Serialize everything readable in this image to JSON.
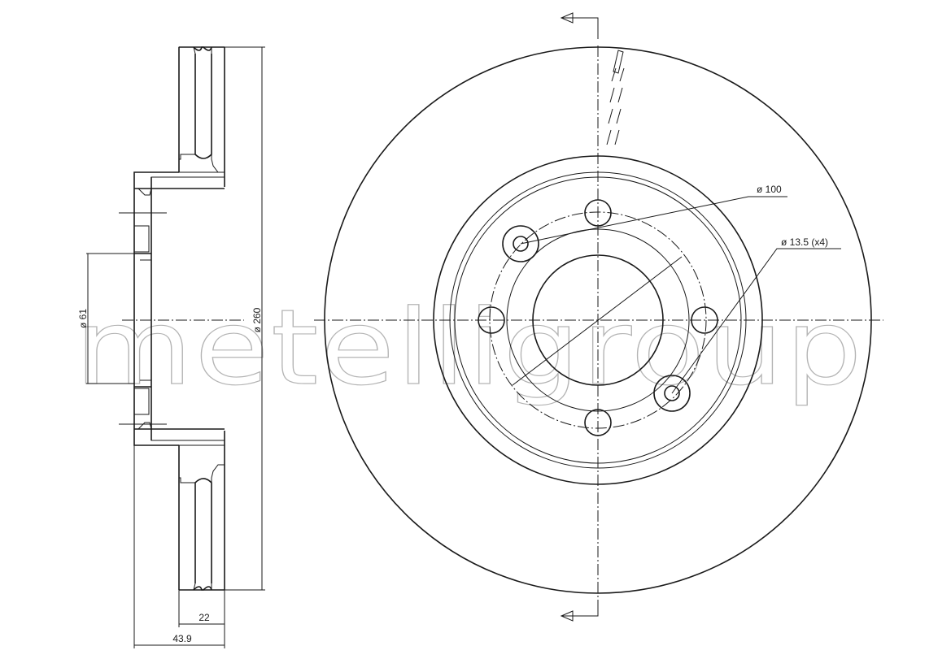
{
  "watermark": {
    "text": "metelligroup"
  },
  "dimensions": {
    "pcd": "ø 100",
    "bolt_holes": "ø 13.5 (x4)",
    "hub_bore": "ø 61",
    "outer_diameter": "ø 260",
    "thickness": "22",
    "total_height": "43.9"
  }
}
